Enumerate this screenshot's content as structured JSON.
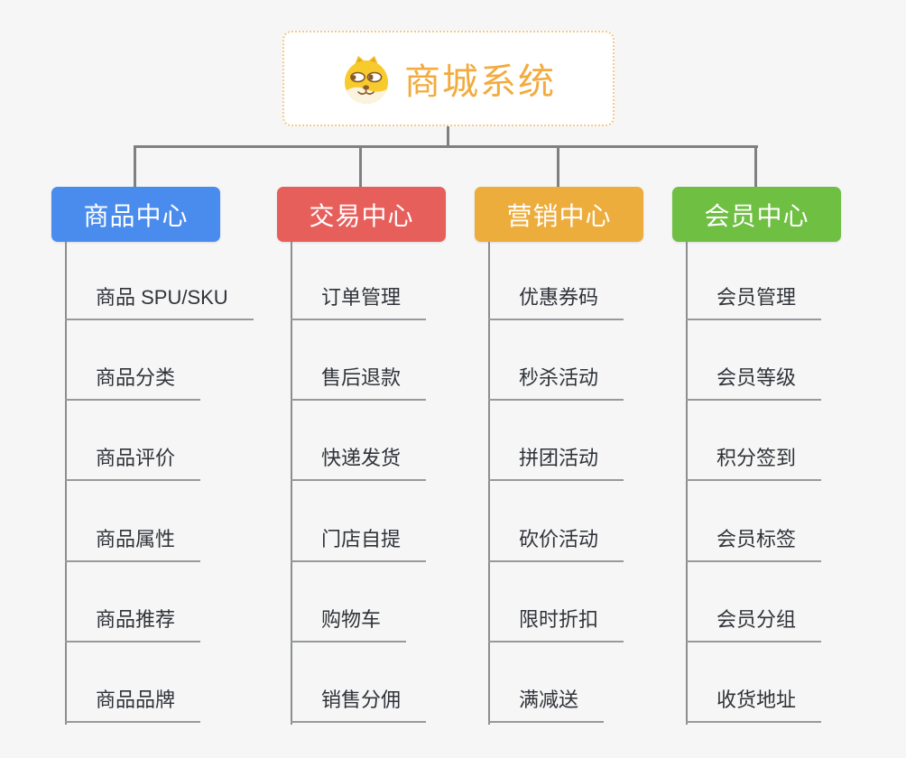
{
  "page": {
    "background": "#f6f6f6"
  },
  "root": {
    "title": "商城系统",
    "icon": "doge-icon",
    "title_color": "#f2ab3e",
    "border_color": "#f3ca8c",
    "fill": "#ffffff"
  },
  "connectors": {
    "main_color": "#7e8082",
    "child_trunk_color": "#8b8d8f",
    "child_underline_color": "#97999b"
  },
  "child_text_color": "#2f3338",
  "branches": [
    {
      "label": "商品中心",
      "color": "#4a8cee",
      "text_color": "#ffffff",
      "children": [
        "商品 SPU/SKU",
        "商品分类",
        "商品评价",
        "商品属性",
        "商品推荐",
        "商品品牌"
      ]
    },
    {
      "label": "交易中心",
      "color": "#e75f5b",
      "text_color": "#ffffff",
      "children": [
        "订单管理",
        "售后退款",
        "快递发货",
        "门店自提",
        "购物车",
        "销售分佣"
      ]
    },
    {
      "label": "营销中心",
      "color": "#ecad3d",
      "text_color": "#ffffff",
      "children": [
        "优惠券码",
        "秒杀活动",
        "拼团活动",
        "砍价活动",
        "限时折扣",
        "满减送"
      ]
    },
    {
      "label": "会员中心",
      "color": "#6fbf43",
      "text_color": "#ffffff",
      "children": [
        "会员管理",
        "会员等级",
        "积分签到",
        "会员标签",
        "会员分组",
        "收货地址"
      ]
    }
  ]
}
